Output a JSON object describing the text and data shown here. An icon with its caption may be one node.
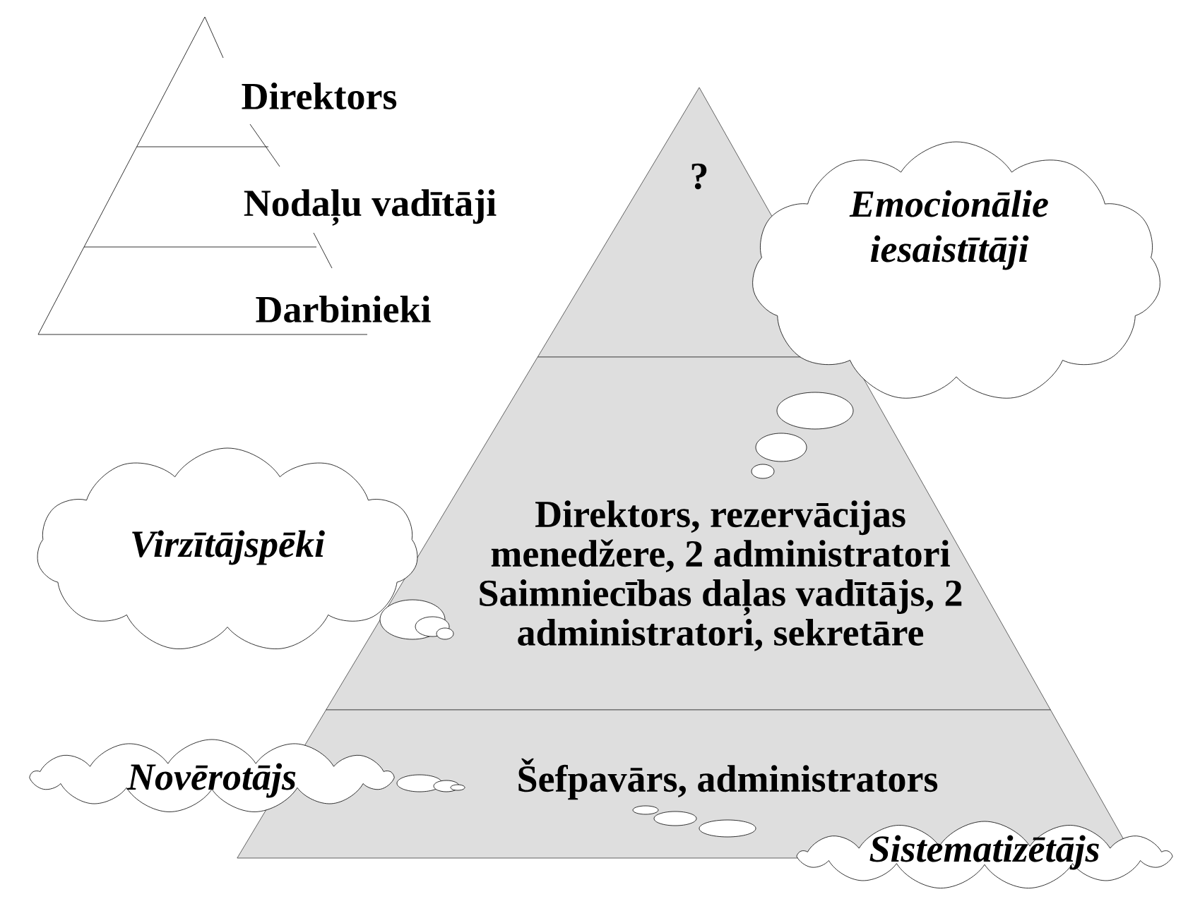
{
  "diagram": {
    "nodes": [
      {
        "text": [
          "Direktors"
        ]
      },
      {
        "text": [
          "Nodaļu vadītāji"
        ]
      },
      {
        "text": [
          "Darbinieki"
        ]
      },
      {
        "text": [
          "?"
        ]
      },
      {
        "text": [
          "Direktors, rezervācijas menedžere, 2 administratori",
          "Saimniecības daļas vadītājs, 2 administratori, sekretāre"
        ]
      },
      {
        "text": [
          "Šefpavārs, administrators"
        ]
      },
      {
        "text": [
          "Emocionālie iesaistītāji"
        ]
      },
      {
        "text": [
          "Virzītājspēki"
        ]
      },
      {
        "text": [
          "Novērotājs"
        ]
      },
      {
        "text": [
          "Sistematizētājs"
        ]
      }
    ]
  }
}
